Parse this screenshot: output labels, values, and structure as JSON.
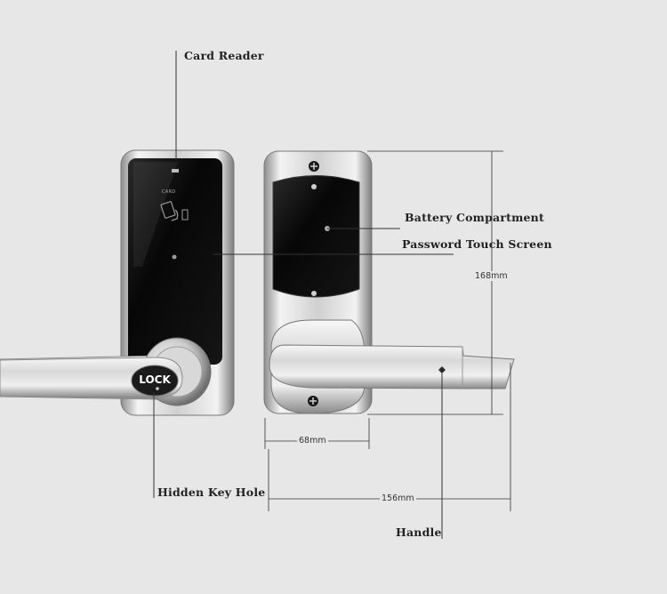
{
  "labels": {
    "card_reader": "Card Reader",
    "battery_compartment": "Battery Compartment",
    "password_touch_screen": "Password Touch Screen",
    "hidden_key_hole": "Hidden Key Hole",
    "handle": "Handle"
  },
  "dimensions": {
    "height": "168mm",
    "width_plate": "68mm",
    "width_total": "156mm"
  },
  "device": {
    "card_text": "CARD",
    "lock_text": "LOCK"
  },
  "colors": {
    "background": "#e7e7e7",
    "panel_black": "#0b0b0b",
    "chrome": "#c9c9c9",
    "line": "#333333"
  }
}
